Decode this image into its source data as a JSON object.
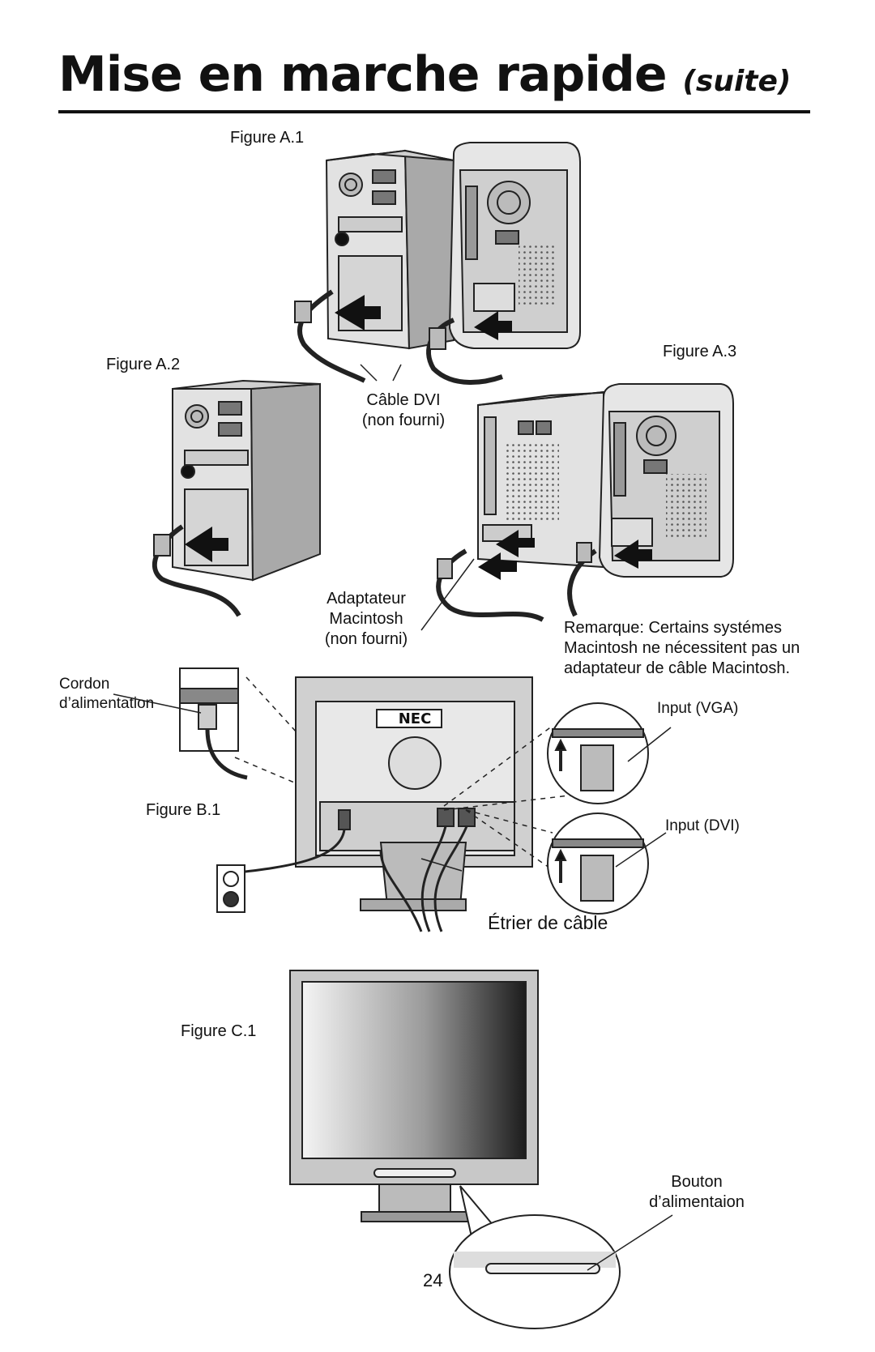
{
  "page": {
    "title": "Mise en marche rapide",
    "title_suffix": "(suite)",
    "page_number": "24"
  },
  "figures": {
    "a1": "Figure A.1",
    "a2": "Figure A.2",
    "a3": "Figure A.3",
    "b1": "Figure B.1",
    "c1": "Figure C.1"
  },
  "callouts": {
    "dvi_cable_line1": "Câble DVI",
    "dvi_cable_line2": "(non fourni)",
    "mac_adapter_line1": "Adaptateur",
    "mac_adapter_line2": "Macintosh",
    "mac_adapter_line3": "(non fourni)",
    "note_line1": "Remarque: Certains systémes",
    "note_line2": "Macintosh ne nécessitent pas un",
    "note_line3": "adaptateur de câble Macintosh.",
    "power_cord_line1": "Cordon",
    "power_cord_line2": "d’alimentation",
    "input_vga": "Input (VGA)",
    "input_dvi": "Input (DVI)",
    "cable_clip": "Étrier de câble",
    "power_button_line1": "Bouton",
    "power_button_line2": "d’alimentaion",
    "monitor_brand": "NEC"
  }
}
